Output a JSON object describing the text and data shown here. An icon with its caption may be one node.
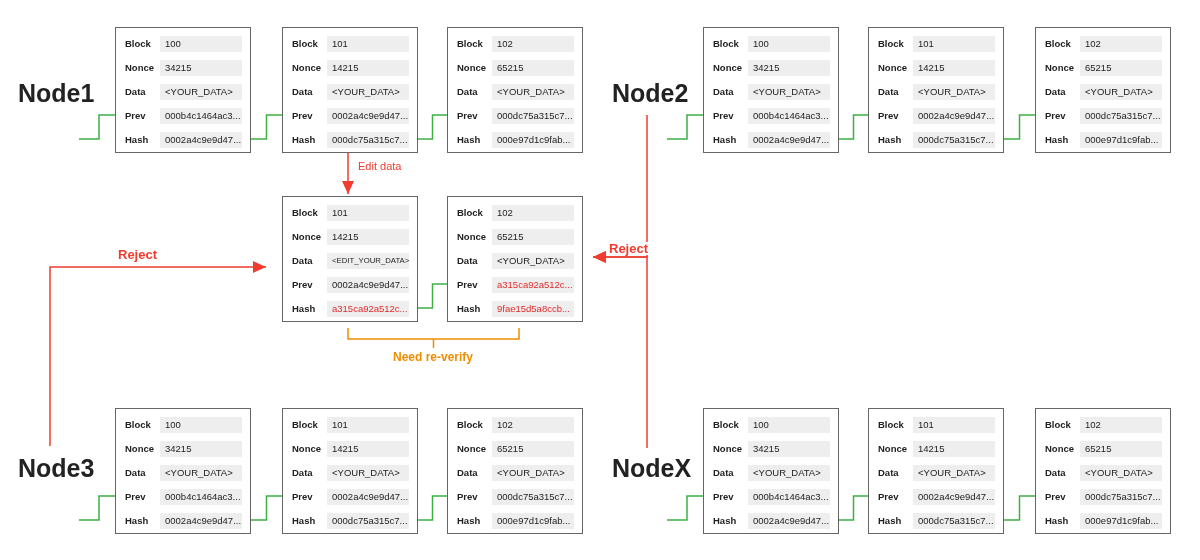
{
  "diagram": {
    "nodes": [
      {
        "text": [
          "Block",
          "100",
          "Nonce",
          "34215",
          "Data",
          "<YOUR_DATA>",
          "Prev",
          "000b4c1464ac3...",
          "Hash",
          "0002a4c9e9d47..."
        ]
      },
      {
        "text": [
          "Block",
          "101",
          "Nonce",
          "14215",
          "Data",
          "<YOUR_DATA>",
          "Prev",
          "0002a4c9e9d47...",
          "Hash",
          "000dc75a315c7..."
        ]
      },
      {
        "text": [
          "Block",
          "102",
          "Nonce",
          "65215",
          "Data",
          "<YOUR_DATA>",
          "Prev",
          "000dc75a315c7...",
          "Hash",
          "000e97d1c9fab..."
        ]
      },
      {
        "text": [
          "Node2"
        ]
      },
      {
        "text": [
          "Block",
          "100",
          "Nonce",
          "34215",
          "Data",
          "<YOUR_DATA>",
          "Prev",
          "000b4c1464ac3...",
          "Hash",
          "0002a4c9e9d47..."
        ]
      },
      {
        "text": [
          "Block",
          "101",
          "Nonce",
          "14215",
          "Data",
          "<YOUR_DATA>",
          "Prev",
          "0002a4c9e9d47...",
          "Hash",
          "000dc75a315c7..."
        ]
      },
      {
        "text": [
          "Block",
          "102",
          "Nonce",
          "65215",
          "Data",
          "<YOUR_DATA>",
          "Prev",
          "000dc75a315c7...",
          "Hash",
          "000e97d1c9fab..."
        ]
      },
      {
        "text": [
          "Block",
          "101",
          "Nonce",
          "14215",
          "Data",
          "<EDIT_YOUR_DATA>",
          "Prev",
          "0002a4c9e9d47...",
          "Hash",
          "a315ca92a512c..."
        ]
      },
      {
        "text": [
          "Block",
          "102",
          "Nonce",
          "65215",
          "Data",
          "<YOUR_DATA>",
          "Prev",
          "a315ca92a512c...",
          "Hash",
          "9fae15d5a8ccb..."
        ]
      },
      {
        "text": [
          "Node3"
        ]
      },
      {
        "text": [
          "Block",
          "100",
          "Nonce",
          "34215",
          "Data",
          "<YOUR_DATA>",
          "Prev",
          "000b4c1464ac3...",
          "Hash",
          "0002a4c9e9d47..."
        ]
      },
      {
        "text": [
          "Block",
          "101",
          "Nonce",
          "14215",
          "Data",
          "<YOUR_DATA>",
          "Prev",
          "0002a4c9e9d47...",
          "Hash",
          "000dc75a315c7..."
        ]
      },
      {
        "text": [
          "Block",
          "102",
          "Nonce",
          "65215",
          "Data",
          "<YOUR_DATA>",
          "Prev",
          "000dc75a315c7...",
          "Hash",
          "000e97d1c9fab..."
        ]
      },
      {
        "text": [
          "NodeX"
        ]
      },
      {
        "text": [
          "Block",
          "100",
          "Nonce",
          "34215",
          "Data",
          "<YOUR_DATA>",
          "Prev",
          "000b4c1464ac3...",
          "Hash",
          "0002a4c9e9d47..."
        ]
      },
      {
        "text": [
          "Block",
          "101",
          "Nonce",
          "14215",
          "Data",
          "<YOUR_DATA>",
          "Prev",
          "0002a4c9e9d47...",
          "Hash",
          "000dc75a315c7..."
        ]
      },
      {
        "text": [
          "Block",
          "102",
          "Nonce",
          "65215",
          "Data",
          "<YOUR_DATA>",
          "Prev",
          "000dc75a315c7...",
          "Hash",
          "000e97d1c9fab..."
        ]
      }
    ],
    "edges": [
      {
        "from": null,
        "to": 0,
        "arrow": "none"
      },
      {
        "from": 0,
        "to": 1,
        "arrow": "none"
      },
      {
        "from": 1,
        "to": 2,
        "arrow": "none"
      },
      {
        "from": null,
        "to": 4,
        "arrow": "none"
      },
      {
        "from": 4,
        "to": 5,
        "arrow": "none"
      },
      {
        "from": 5,
        "to": 6,
        "arrow": "none"
      },
      {
        "from": 1,
        "to": 7,
        "arrow": "to",
        "label": "Edit data",
        "color": "#f03c2e"
      },
      {
        "from": 7,
        "to": 8,
        "arrow": "none"
      },
      {
        "from": 9,
        "to": 7,
        "arrow": "to",
        "label": "Reject",
        "color": "#f03c2e"
      },
      {
        "from": 3,
        "to": 8,
        "arrow": "to",
        "label": "Reject",
        "color": "#f03c2e"
      },
      {
        "from": 13,
        "to": 8,
        "arrow": "to",
        "color": "#f03c2e"
      },
      {
        "from": null,
        "to": 10,
        "arrow": "none"
      },
      {
        "from": 10,
        "to": 11,
        "arrow": "none"
      },
      {
        "from": 11,
        "to": 12,
        "arrow": "none"
      },
      {
        "from": null,
        "to": 14,
        "arrow": "none"
      },
      {
        "from": 14,
        "to": 15,
        "arrow": "none"
      },
      {
        "from": 15,
        "to": 16,
        "arrow": "none"
      }
    ],
    "labels": [
      "Node1",
      "Need re-verify"
    ]
  }
}
